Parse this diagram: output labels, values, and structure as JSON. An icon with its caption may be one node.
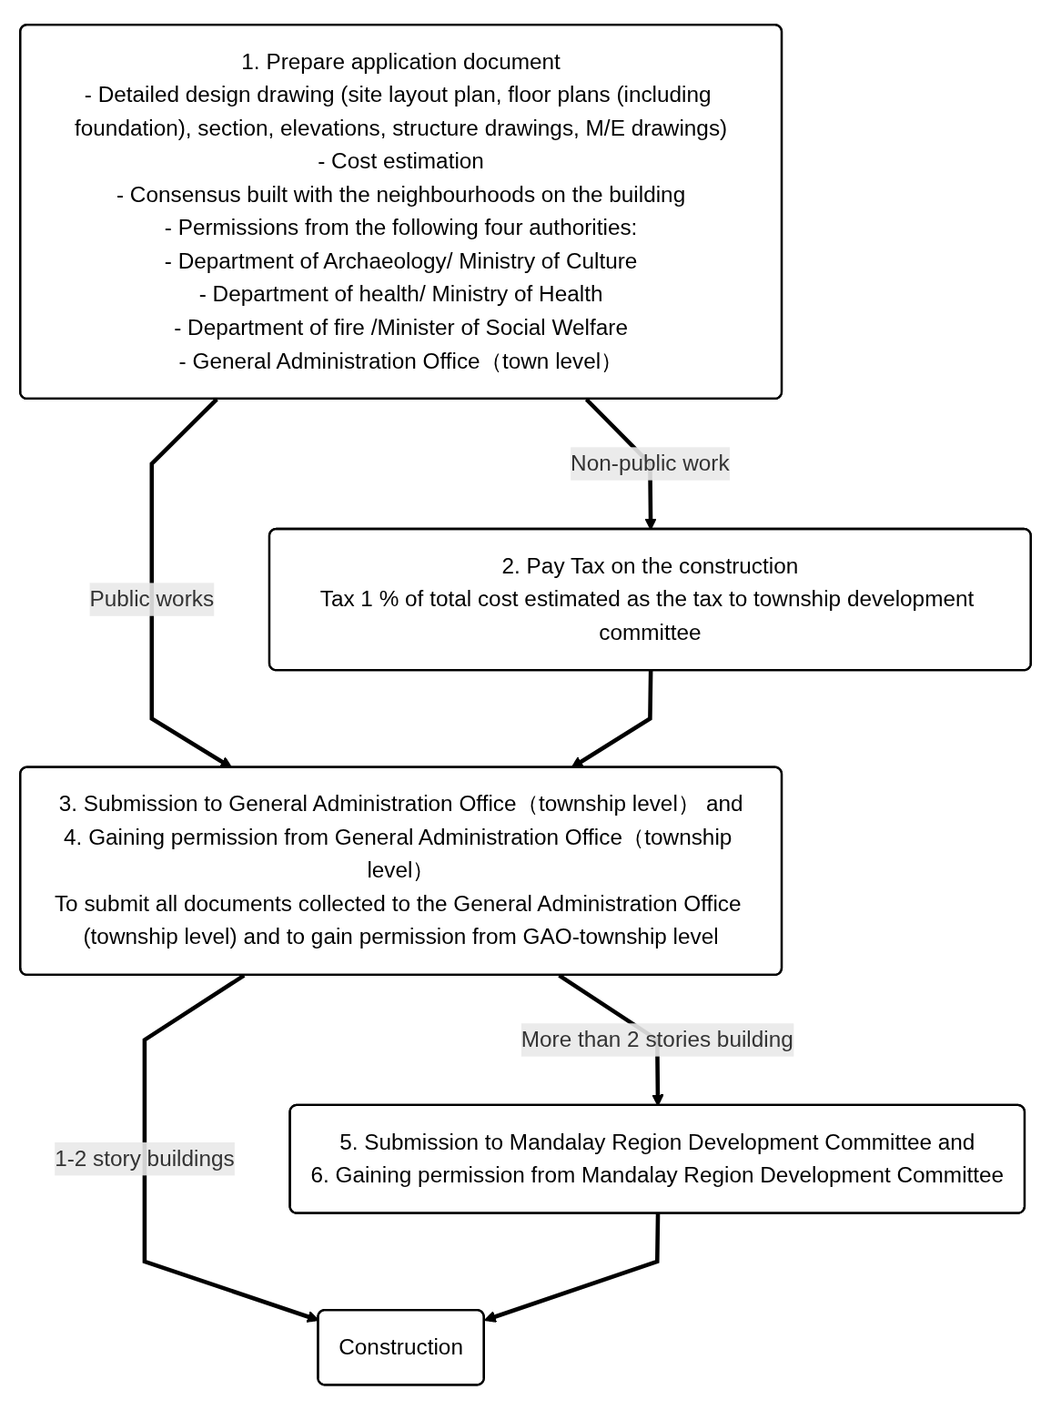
{
  "diagram": {
    "nodes": [
      {
        "text": [
          "1. Prepare application document",
          "- Detailed design drawing (site layout plan, floor plans (including foundation), section, elevations, structure drawings, M/E drawings)",
          "- Cost estimation",
          "- Consensus built with the neighbourhoods on the building",
          "- Permissions from the following four authorities:",
          "- Department of Archaeology/ Ministry of Culture",
          "- Department of health/ Ministry of Health",
          "- Department of fire /Minister of Social Welfare",
          "- General Administration Office（town level）"
        ]
      },
      {
        "text": [
          "2. Pay Tax on the construction",
          "Tax 1 % of total cost estimated as the tax to township development committee"
        ]
      },
      {
        "text": [
          "3. Submission to General Administration Office（township level） and",
          "4. Gaining permission from General Administration Office（township level）",
          "To submit all documents collected to the General Administration Office (township level) and to gain permission from GAO-township level"
        ]
      },
      {
        "text": [
          "5. Submission to Mandalay Region Development Committee and",
          "6. Gaining permission from Mandalay Region Development Committee"
        ]
      },
      {
        "text": [
          "Construction"
        ]
      }
    ],
    "edges": [
      {
        "from": 0,
        "to": 2,
        "arrow": "to",
        "label": "Public works"
      },
      {
        "from": 0,
        "to": 1,
        "arrow": "to",
        "label": "Non-public work"
      },
      {
        "from": 1,
        "to": 2,
        "arrow": "to"
      },
      {
        "from": 2,
        "to": 4,
        "arrow": "to",
        "label": "1-2 story buildings"
      },
      {
        "from": 2,
        "to": 3,
        "arrow": "to",
        "label": "More than 2 stories building"
      },
      {
        "from": 3,
        "to": 4,
        "arrow": "to"
      }
    ]
  }
}
